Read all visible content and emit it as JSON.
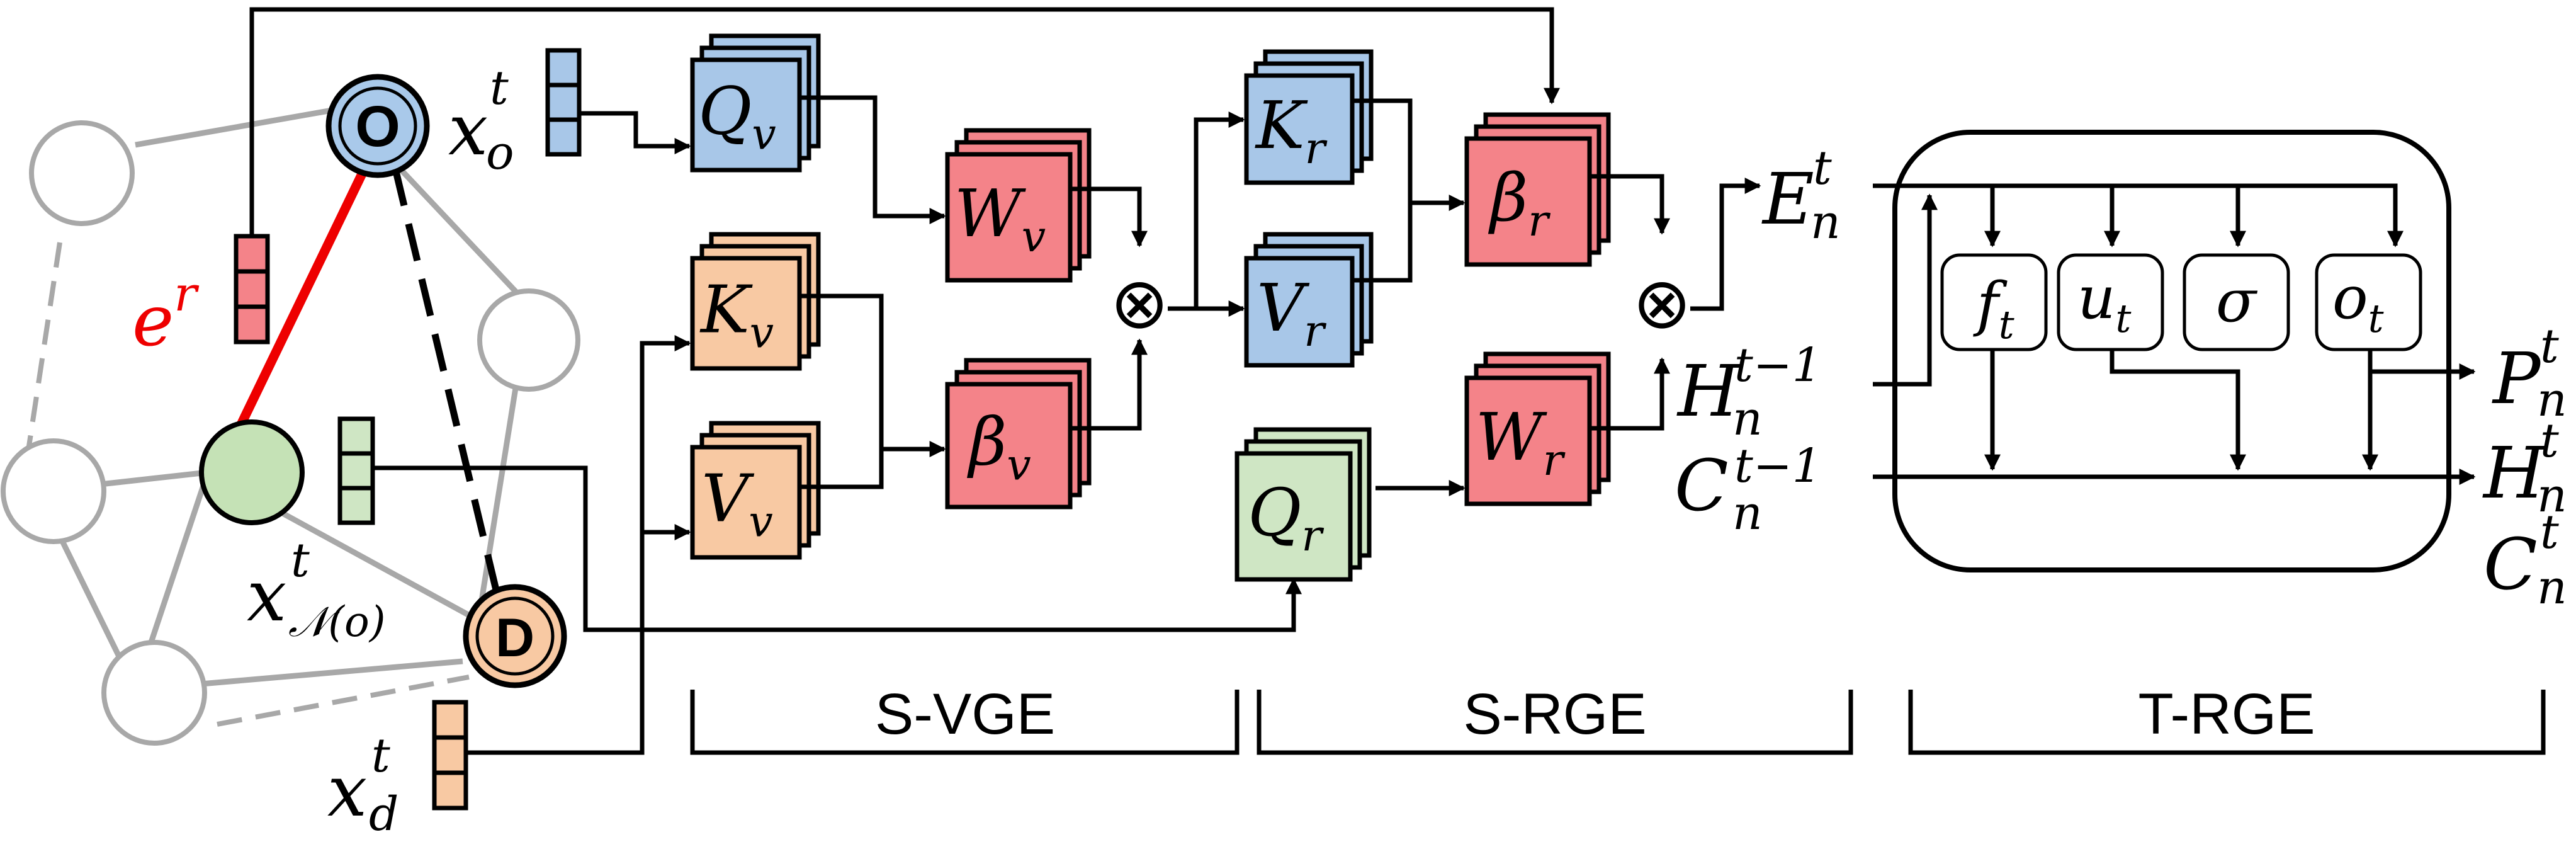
{
  "graph": {
    "origin_label": "O",
    "destination_label": "D",
    "edge_feature": {
      "base": "e",
      "sup": "r"
    },
    "origin_feature": {
      "base": "x",
      "sup": "t",
      "sub": "o"
    },
    "neighbor_feature": {
      "base": "x",
      "sup": "t",
      "sub": "𝒩(o)"
    },
    "destination_feature": {
      "base": "x",
      "sup": "t",
      "sub": "d"
    }
  },
  "svge": {
    "q": {
      "base": "Q",
      "sub": "v"
    },
    "k": {
      "base": "K",
      "sub": "v"
    },
    "v": {
      "base": "V",
      "sub": "v"
    },
    "w": {
      "base": "W",
      "sub": "v"
    },
    "beta": {
      "base": "β",
      "sub": "v"
    },
    "section_label": "S-VGE"
  },
  "srge": {
    "k": {
      "base": "K",
      "sub": "r"
    },
    "v": {
      "base": "V",
      "sub": "r"
    },
    "q": {
      "base": "Q",
      "sub": "r"
    },
    "w": {
      "base": "W",
      "sub": "r"
    },
    "beta": {
      "base": "β",
      "sub": "r"
    },
    "section_label": "S-RGE"
  },
  "trge": {
    "gate_f": {
      "base": "f",
      "sub": "t"
    },
    "gate_u": {
      "base": "u",
      "sub": "t"
    },
    "gate_sigma": {
      "base": "σ"
    },
    "gate_o": {
      "base": "o",
      "sub": "t"
    },
    "input_e": {
      "base": "E",
      "sup": "t",
      "sub": "n"
    },
    "input_h": {
      "base": "H",
      "sup": "t−1",
      "sub": "n"
    },
    "input_c": {
      "base": "C",
      "sup": "t−1",
      "sub": "n"
    },
    "output_p": {
      "base": "P",
      "sup": "t",
      "sub": "n"
    },
    "output_h": {
      "base": "H",
      "sup": "t",
      "sub": "n"
    },
    "output_c": {
      "base": "C",
      "sup": "t",
      "sub": "n"
    },
    "section_label": "T-RGE"
  },
  "operators": {
    "multiply": "⊗"
  },
  "colors": {
    "blue": "#a8c7e8",
    "red": "#f48389",
    "orange": "#f8c9a3",
    "green": "#cfe6c4",
    "node_blue": "#a9c9ea",
    "node_green": "#c5e2b6",
    "node_orange": "#f8c9a3",
    "edge_red": "#ee0000",
    "gray": "#a8a8a8"
  }
}
